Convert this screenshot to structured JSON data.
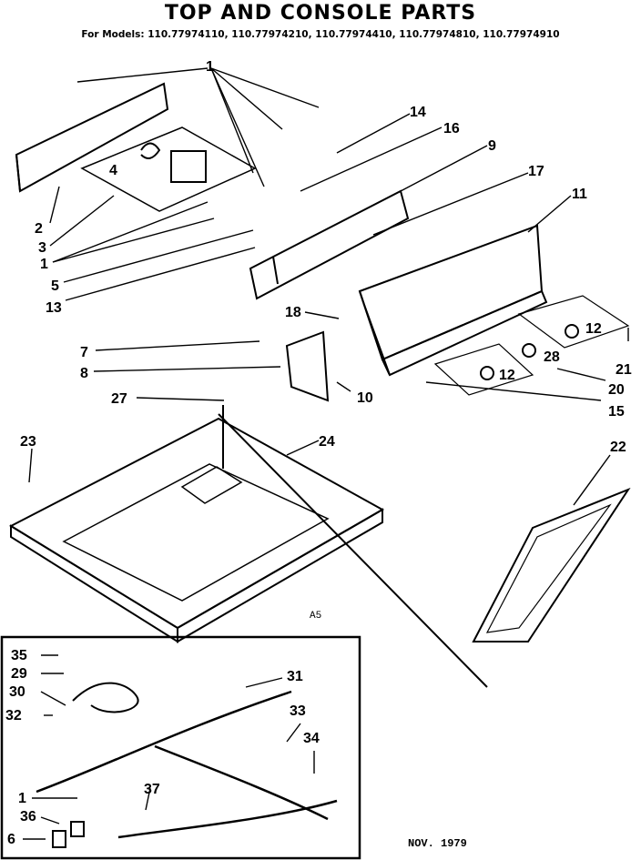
{
  "header": {
    "title": "TOP AND CONSOLE PARTS",
    "models": "For Models: 110.77974110, 110.77974210, 110.77974410, 110.77974810, 110.77974910"
  },
  "callouts": [
    "1",
    "14",
    "16",
    "9",
    "17",
    "11",
    "4",
    "2",
    "3",
    "1",
    "5",
    "13",
    "18",
    "12",
    "28",
    "21",
    "20",
    "15",
    "12",
    "7",
    "8",
    "10",
    "27",
    "23",
    "24",
    "22",
    "35",
    "29",
    "30",
    "31",
    "32",
    "33",
    "34",
    "1",
    "37",
    "36",
    "6"
  ],
  "notes": {
    "code": "A5",
    "date": "NOV. 1979"
  }
}
